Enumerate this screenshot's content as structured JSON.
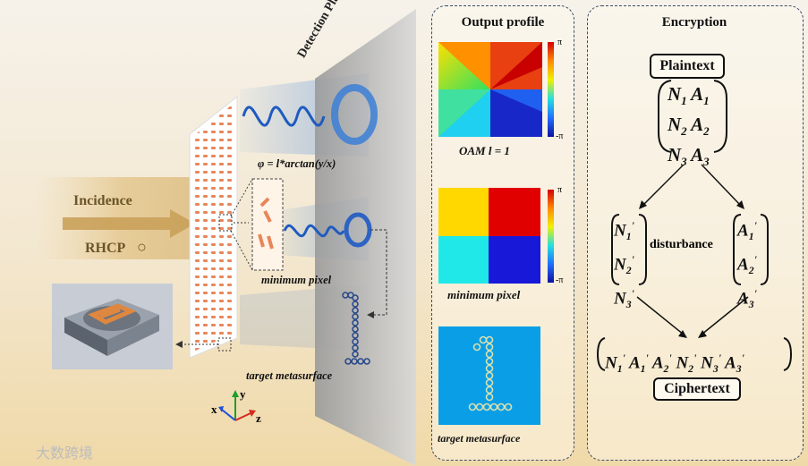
{
  "left": {
    "incidence_label": "Incidence",
    "rhcp_label": "RHCP",
    "rotation_symbol": "○",
    "detection_plane_label": "Detection Plane",
    "phase_formula": "φ = l*arctan(y/x)",
    "minimum_pixel_label": "minimum pixel",
    "target_metasurface_label": "target  metasurface",
    "axes": {
      "x": "x",
      "y": "y",
      "z": "z"
    }
  },
  "output_profile": {
    "title": "Output profile",
    "oam_label": "OAM  l = 1",
    "minimum_pixel_label": "minimum pixel",
    "target_metasurface_label": "target  metasurface",
    "colorbar_max": "π",
    "colorbar_min": "-π"
  },
  "encryption": {
    "title": "Encryption",
    "plaintext_label": "Plaintext",
    "ciphertext_label": "Ciphertext",
    "disturbance_label": "disturbance"
  },
  "watermark": "大数跨境",
  "colors": {
    "panel_border": "#3a4a66",
    "beam": "#4a86d8",
    "arrow": "#c9a15a"
  }
}
